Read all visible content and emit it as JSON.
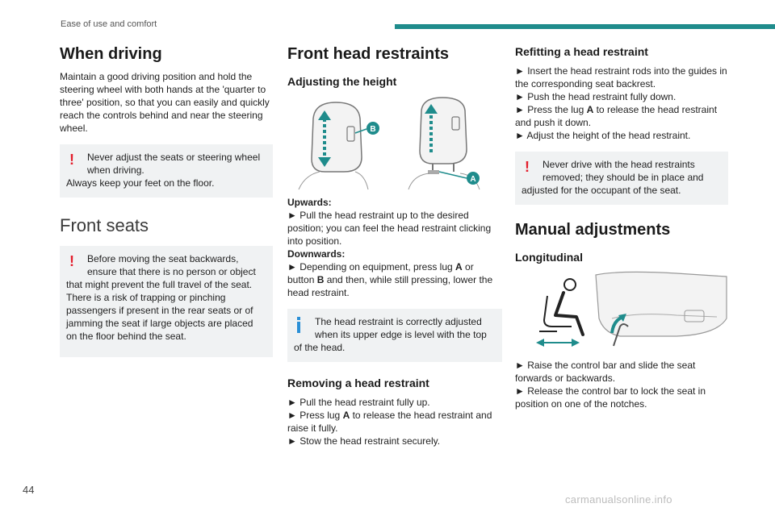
{
  "header": {
    "section": "Ease of use and comfort",
    "accent_color": "#1f8c8c"
  },
  "page_number": "44",
  "watermark": "carmanualsonline.info",
  "col1": {
    "when_driving": {
      "title": "When driving",
      "body": "Maintain a good driving position and hold the steering wheel with both hands at the 'quarter to three' position, so that you can easily and quickly reach the controls behind and near the steering wheel.",
      "warning_1": "Never adjust the seats or steering wheel when driving.",
      "warning_2": "Always keep your feet on the floor."
    },
    "front_seats": {
      "title": "Front seats",
      "warning_1": "Before moving the seat backwards, ensure that there is no person or object",
      "warning_2": "that might prevent the full travel of the seat. There is a risk of trapping or pinching passengers if present in the rear seats or of jamming the seat if large objects are placed on the floor behind the seat."
    }
  },
  "col2": {
    "title": "Front head restraints",
    "adjusting": {
      "title": "Adjusting the height",
      "label_b": "B",
      "label_a": "A",
      "upwards_label": "Upwards:",
      "upwards_step": "► Pull the head restraint up to the desired position; you can feel the head restraint clicking into position.",
      "downwards_label": "Downwards:",
      "downwards_pre": "► Depending on equipment, press lug ",
      "downwards_a": "A",
      "downwards_mid": " or button ",
      "downwards_b": "B",
      "downwards_post": " and then, while still pressing, lower the head restraint.",
      "info_1": "The head restraint is correctly adjusted when its upper edge is level with the top",
      "info_2": "of the head."
    },
    "removing": {
      "title": "Removing a head restraint",
      "step_1": "► Pull the head restraint fully up.",
      "step_2_pre": "► Press lug ",
      "step_2_a": "A",
      "step_2_post": " to release the head restraint and raise it fully.",
      "step_3": "► Stow the head restraint securely."
    }
  },
  "col3": {
    "refitting": {
      "title": "Refitting a head restraint",
      "step_1": "► Insert the head restraint rods into the guides in the corresponding seat backrest.",
      "step_2": "► Push the head restraint fully down.",
      "step_3_pre": "► Press the lug ",
      "step_3_a": "A",
      "step_3_post": " to release the head restraint and push it down.",
      "step_4": "► Adjust the height of the head restraint.",
      "warning_1": "Never drive with the head restraints removed; they should be in place and",
      "warning_2": "adjusted for the occupant of the seat."
    },
    "manual": {
      "title": "Manual adjustments",
      "longitudinal": {
        "title": "Longitudinal",
        "step_1": "► Raise the control bar and slide the seat forwards or backwards.",
        "step_2": "► Release the control bar to lock the seat in position on one of the notches."
      }
    }
  },
  "icons": {
    "warning": "!",
    "warning_color": "#e31d2b",
    "info_color": "#2a8fd6"
  }
}
